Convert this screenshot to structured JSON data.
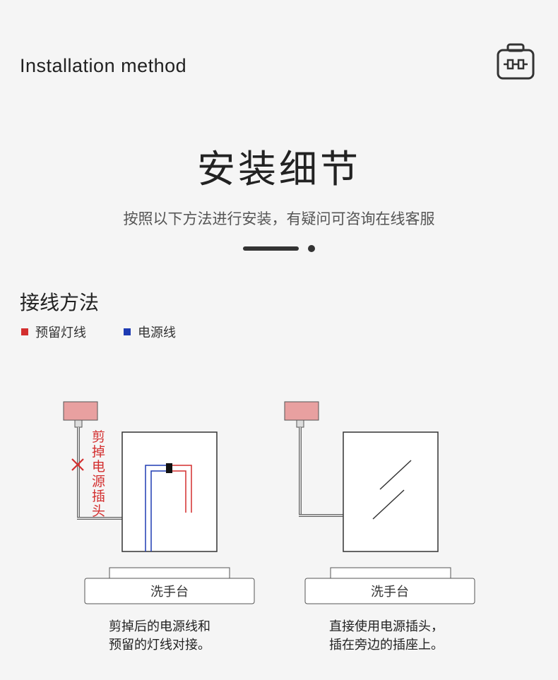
{
  "header": {
    "title": "Installation method",
    "icon": "toolbox-icon"
  },
  "main": {
    "title": "安装细节",
    "subtitle": "按照以下方法进行安装，有疑问可咨询在线客服"
  },
  "section": {
    "title": "接线方法",
    "legend": [
      {
        "label": "预留灯线",
        "color": "#d32f2f"
      },
      {
        "label": "电源线",
        "color": "#1e3bb3"
      }
    ]
  },
  "diagrams": {
    "left": {
      "annotation": [
        "剪",
        "掉",
        "电",
        "源",
        "插",
        "头"
      ],
      "sink_label": "洗手台",
      "caption": [
        "剪掉后的电源线和",
        "预留的灯线对接。"
      ]
    },
    "right": {
      "sink_label": "洗手台",
      "caption": [
        "直接使用电源插头，",
        "插在旁边的插座上。"
      ]
    }
  },
  "colors": {
    "red_wire": "#d32f2f",
    "blue_wire": "#1e3bb3",
    "socket_fill": "#e8a0a0"
  }
}
